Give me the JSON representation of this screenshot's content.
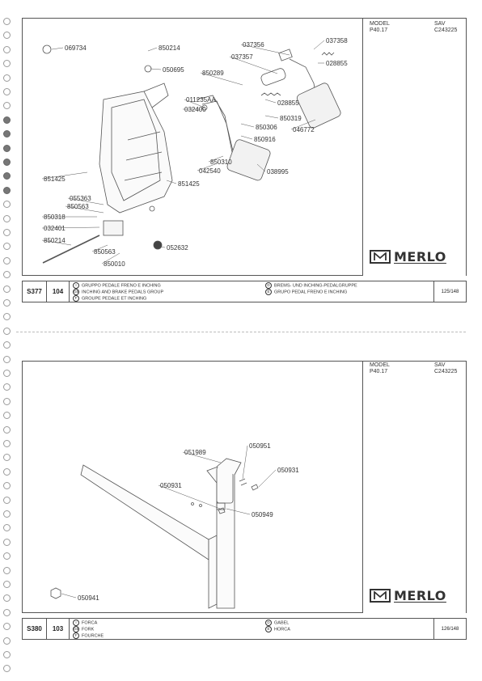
{
  "sheets": [
    {
      "model_label": "MODEL",
      "model_value": "P40.17",
      "sav_label": "SAV",
      "sav_value": "C243225",
      "brand": "MERLO",
      "code": "S377",
      "number": "104",
      "titles": {
        "I": "GRUPPO PEDALE FRENO E INCHING",
        "GB": "INCHING AND BRAKE PEDALS GROUP",
        "F": "GROUPE PEDALE ET INCHING",
        "D": "BREMS- UND INCHING-PEDALGRUPPE",
        "E": "GRUPO PEDAL FRENO E INCHING"
      },
      "page": "125/148",
      "parts": [
        "069734",
        "850214",
        "050695",
        "037356",
        "037357",
        "037358",
        "028855",
        "850289",
        "011235AA",
        "032400",
        "028855",
        "850319",
        "850306",
        "850916",
        "046772",
        "850310",
        "042540",
        "038995",
        "851425",
        "851425",
        "055363",
        "850563",
        "850318",
        "032401",
        "850214",
        "850563",
        "850010",
        "052632"
      ]
    },
    {
      "model_label": "MODEL",
      "model_value": "P40.17",
      "sav_label": "SAV",
      "sav_value": "C243225",
      "brand": "MERLO",
      "code": "S380",
      "number": "103",
      "titles": {
        "I": "FORCA",
        "GB": "FORK",
        "F": "FOURCHE",
        "D": "GABEL",
        "E": "HORCA"
      },
      "page": "126/148",
      "parts": [
        "051989",
        "050951",
        "050931",
        "050931",
        "050949",
        "050941"
      ]
    }
  ]
}
